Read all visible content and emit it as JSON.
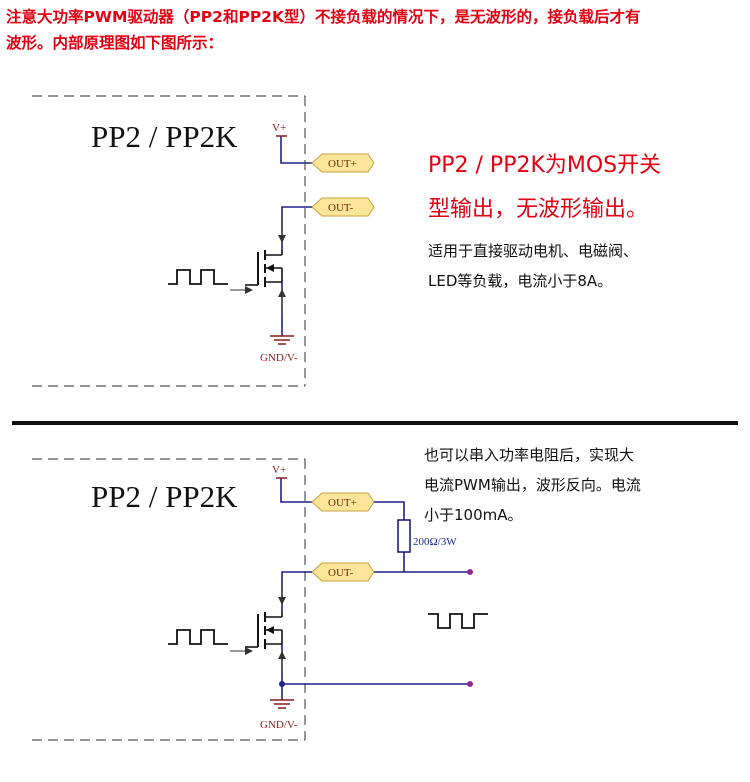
{
  "header": {
    "line1_a": "注意大功率",
    "line1_b": "PWM",
    "line1_c": "驱动器（",
    "line1_d": "PP2",
    "line1_e": "和",
    "line1_f": "PP2K",
    "line1_g": "型）不接负载的情况下，是无波形的，接负载后才有",
    "line2": "波形。内部原理图如下图所示："
  },
  "panel1": {
    "title": "PP2 / PP2K",
    "vplus": "V+",
    "gnd": "GND/V-",
    "out_plus": "OUT+",
    "out_minus": "OUT-",
    "headline_1": "PP2 / PP2K为MOS开关",
    "headline_2": "型输出，无波形输出。",
    "desc_1": "适用于直接驱动电机、电磁阀、",
    "desc_2": "LED等负载，电流小于8A。"
  },
  "panel2": {
    "title": "PP2 / PP2K",
    "vplus": "V+",
    "gnd": "GND/V-",
    "out_plus": "OUT+",
    "out_minus": "OUT-",
    "resistor": "200Ω/3W",
    "desc_1": "也可以串入功率电阻后，实现大",
    "desc_2": "电流PWM输出，波形反向。电流",
    "desc_3": "小于100mA。"
  },
  "colors": {
    "heading": "#e60012",
    "wire": "#1f1f8f",
    "port_fill": "#fbe59a",
    "port_stroke": "#c8a23a",
    "terminal": "#a020a0"
  }
}
